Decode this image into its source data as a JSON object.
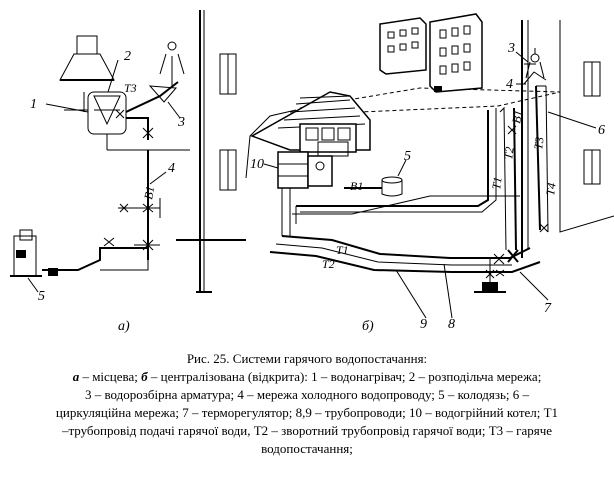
{
  "diagram_a": {
    "labels": [
      "1",
      "2",
      "3",
      "4",
      "5"
    ],
    "pipes": [
      "T3",
      "B1"
    ],
    "caption_letter": "а)"
  },
  "diagram_b": {
    "labels": [
      "3",
      "4",
      "5",
      "6",
      "7",
      "8",
      "9",
      "10"
    ],
    "pipes": [
      "B1",
      "B1",
      "T1",
      "T2",
      "T3",
      "T4",
      "T1",
      "T2"
    ],
    "caption_letter": "б)"
  },
  "caption": {
    "title": "Рис. 25. Системи гарячого водопостачання:",
    "line2_a": "а",
    "line2_a_text": " – місцева; ",
    "line2_b": "б",
    "line2_b_text": " – централізована (відкрита): 1 – водонагрівач; 2 – розподільча мережа;",
    "line3": "3 – водорозбірна арматура; 4 – мережа холодного водопроводу; 5 – колодязь; 6 –",
    "line4": "циркуляційна мережа; 7 – терморегулятор; 8,9 – трубопроводи; 10 – водогрійний котел; Т1",
    "line5": "–трубопровід подачі гарячої води, Т2 – зворотний трубопровід гарячої води; Т3 – гаряче",
    "line6": "водопостачання;"
  }
}
